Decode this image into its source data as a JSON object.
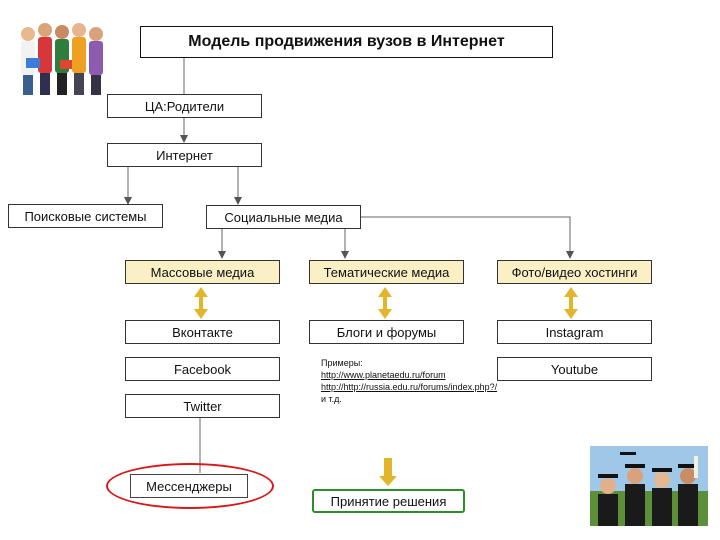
{
  "title": "Модель продвижения вузов в Интернет",
  "nodes": {
    "audience": "ЦА:Родители",
    "internet": "Интернет",
    "search": "Поисковые системы",
    "social": "Социальные медиа",
    "mass_media": "Массовые медиа",
    "thematic_media": "Тематические медиа",
    "photo_video": "Фото/видео хостинги",
    "vkontakte": "Вконтакте",
    "blogs": "Блоги и форумы",
    "instagram": "Instagram",
    "facebook": "Facebook",
    "youtube": "Youtube",
    "twitter": "Twitter",
    "messengers": "Мессенджеры",
    "decision": "Принятие решения"
  },
  "examples": {
    "label": "Примеры:",
    "link1": "http://www.planetaedu.ru/forum",
    "link2": "http://http://russia.edu.ru/forums/index.php?/",
    "etc": "и т.д."
  },
  "colors": {
    "highlight_fill": "#fbefc6",
    "arrow_yellow": "#e3b52a",
    "ellipse_red": "#d71818",
    "decision_green": "#2e8b2e"
  }
}
